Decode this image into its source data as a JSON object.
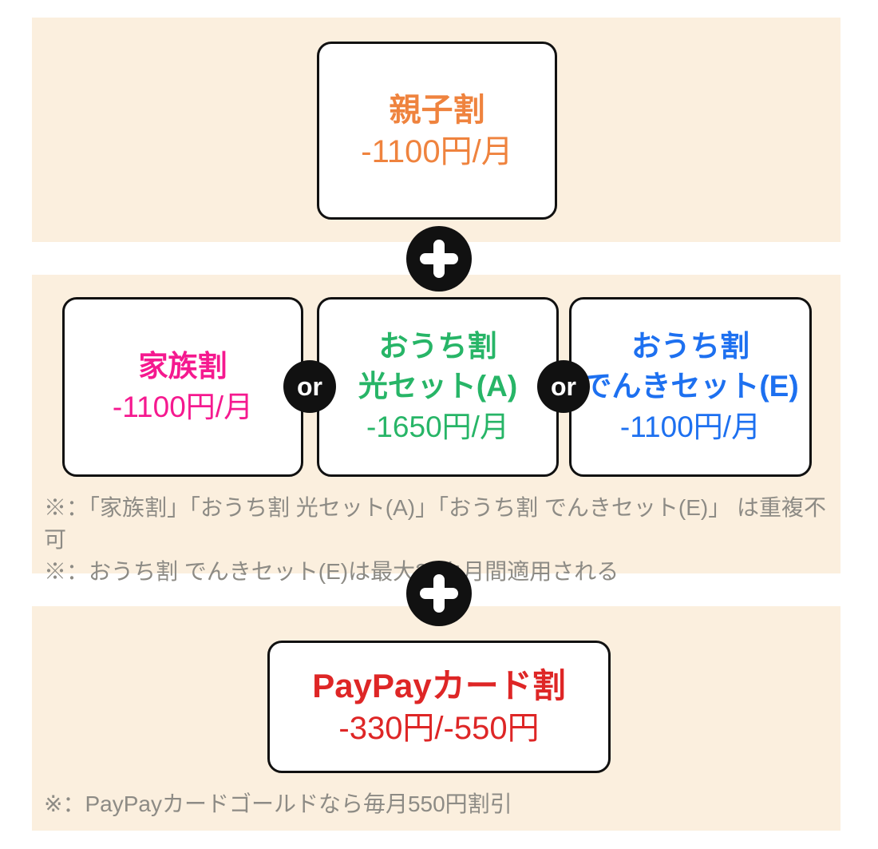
{
  "colors": {
    "section_bg": "#FBEFDE",
    "card_bg": "#FFFFFF",
    "card_border": "#111111",
    "connector_bg": "#111111",
    "connector_fg": "#FFFFFF",
    "note_text": "#8D8B85",
    "orange": "#EF833E",
    "pink": "#F5198F",
    "green": "#27B567",
    "blue": "#1D70F0",
    "red": "#DE2626"
  },
  "section1": {
    "card": {
      "title": "親子割",
      "price": "-1100円/月"
    }
  },
  "connector1": {
    "icon": "plus-icon",
    "symbol": "＋"
  },
  "section2": {
    "cards": [
      {
        "title_lines": [
          "家族割"
        ],
        "price": "-1100円/月"
      },
      {
        "title_lines": [
          "おうち割",
          "光セット(A)"
        ],
        "price": "-1650円/月"
      },
      {
        "title_lines": [
          "おうち割",
          "でんきセット(E)"
        ],
        "price": "-1100円/月"
      }
    ],
    "or_label": "or",
    "notes": [
      "※：「家族割」「おうち割 光セット(A)」「おうち割 でんきセット(E)」 は重複不可",
      "※：おうち割 でんきセット(E)は最大24カ月間適用される"
    ]
  },
  "connector2": {
    "icon": "plus-icon",
    "symbol": "＋"
  },
  "section3": {
    "card": {
      "title": "PayPayカード割",
      "price": "-330円/-550円"
    },
    "notes": [
      "※：PayPayカードゴールドなら毎月550円割引"
    ]
  }
}
